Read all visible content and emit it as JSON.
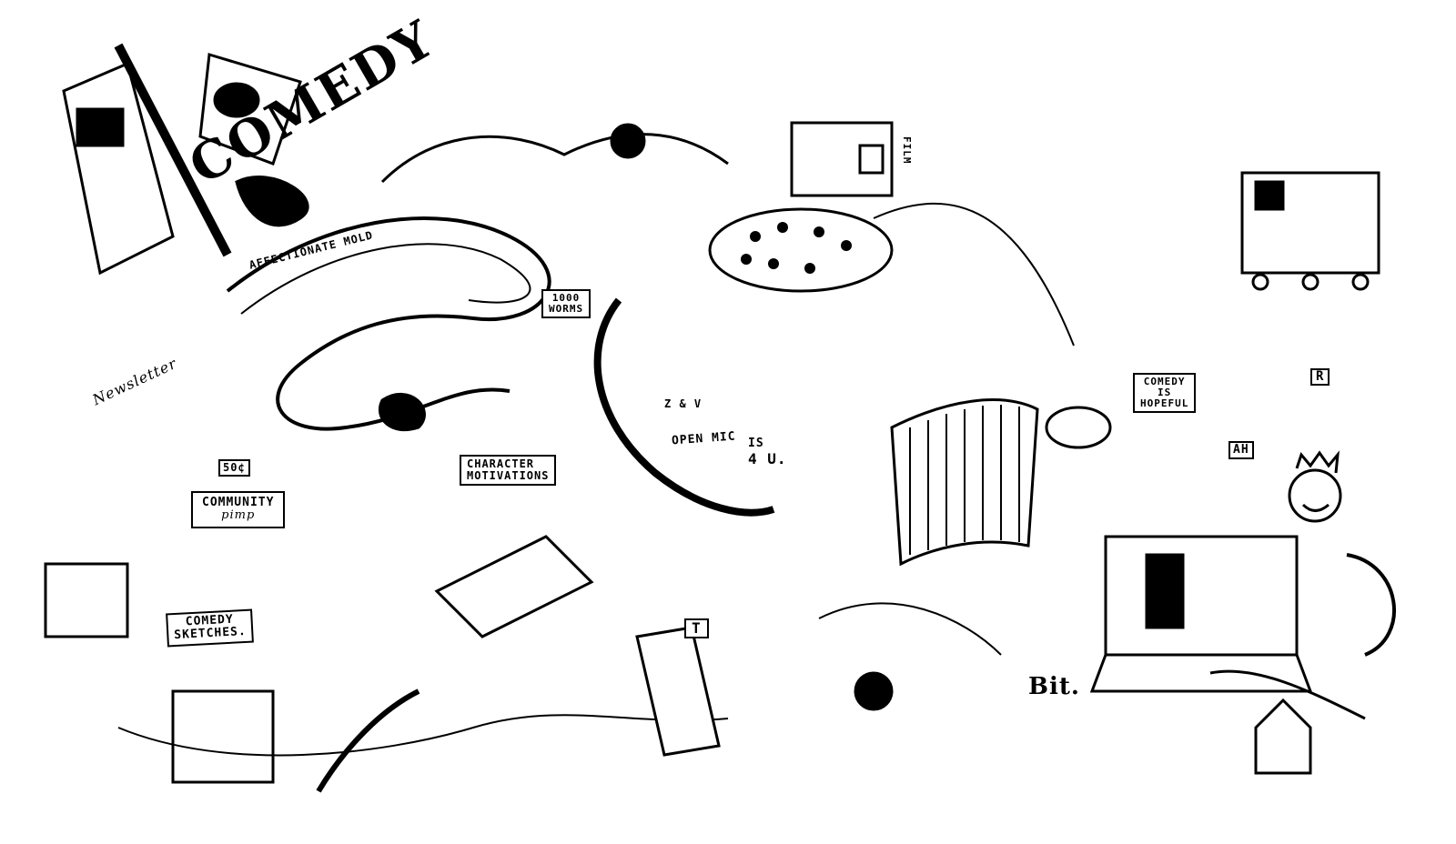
{
  "illustration": {
    "title": "COMEDY",
    "labels": {
      "affectionate_mold": "AFFECTIONATE MOLD",
      "newsletter": "Newsletter",
      "price": "50¢",
      "community": "COMMUNITY",
      "community_sub": "pimp",
      "comedy_sketches_1": "COMEDY",
      "comedy_sketches_2": "SKETCHES.",
      "worms_1": "1000",
      "worms_2": "WORMS",
      "character_1": "CHARACTER",
      "character_2": "MOTIVATIONS",
      "z_and_v": "Z & V",
      "open_mic": "OPEN MIC",
      "is_4_u_1": "IS",
      "is_4_u_2": "4 U.",
      "film": "FILM",
      "hopeful_1": "COMEDY",
      "hopeful_2": "IS",
      "hopeful_3": "HOPEFUL",
      "ah": "AH",
      "bit": "Bit.",
      "r_sign": "R",
      "t_sign": "T"
    },
    "colors": {
      "ink": "#000000",
      "paper": "#ffffff"
    }
  }
}
